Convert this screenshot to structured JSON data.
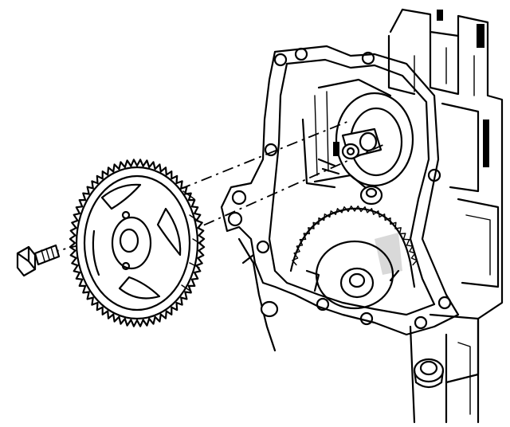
{
  "diagram": {
    "parts": [
      {
        "id": "mounting-bolt",
        "icon": "bolt-icon"
      },
      {
        "id": "camshaft-gear",
        "icon": "gear-icon"
      },
      {
        "id": "timing-cover-housing",
        "icon": "housing-icon"
      },
      {
        "id": "crankshaft-gear",
        "icon": "gear-icon"
      },
      {
        "id": "engine-block",
        "icon": "engine-block-icon"
      }
    ],
    "ink_color": "#000000",
    "background_color": "#ffffff"
  }
}
